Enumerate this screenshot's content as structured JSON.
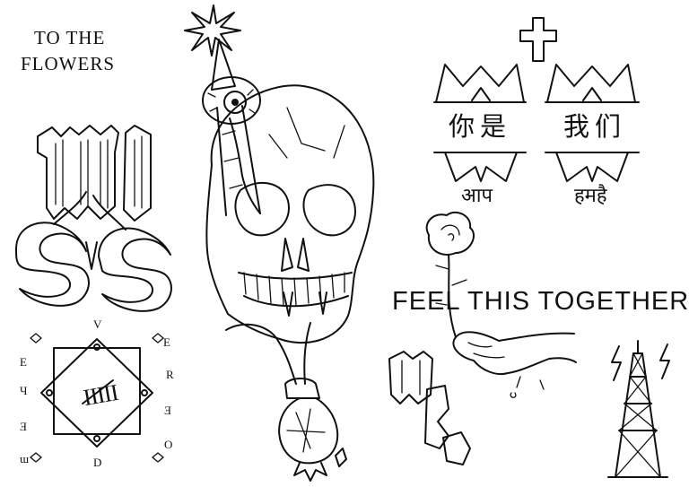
{
  "flash_sheet": {
    "headline": {
      "line1": "TO THE",
      "line2": "FLOWERS"
    },
    "chinese": {
      "left": "你是",
      "right": "我们"
    },
    "hindi": {
      "left": "आप",
      "right": "हमहै"
    },
    "caption": "FEEL THIS TOGETHER",
    "sigil": {
      "center": "IIIII",
      "glyphs": [
        "V",
        "E",
        "R",
        "Ǝ",
        "O",
        "D",
        "ɯ",
        "Ǝ",
        "Ч",
        "E"
      ]
    }
  },
  "icons": [
    "skull-icon",
    "eye-icon",
    "star-icon",
    "cross-icon",
    "rose-icon",
    "hand-icon",
    "radio-tower-icon",
    "lightning-icon",
    "sigil-icon",
    "blackletter-monogram-icon",
    "crown-icon"
  ]
}
